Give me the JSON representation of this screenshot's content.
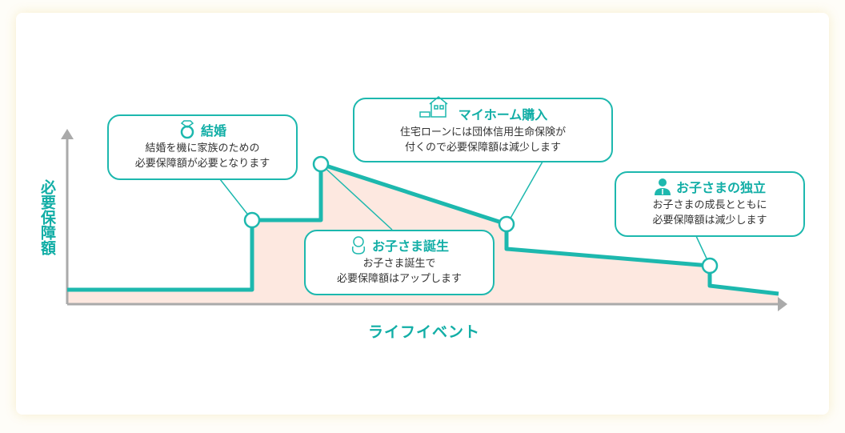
{
  "axes": {
    "y_label": "必要保障額",
    "x_label": "ライフイベント"
  },
  "events": [
    {
      "title": "結婚",
      "lines": [
        "結婚を機に家族のための",
        "必要保障額が必要となります"
      ],
      "icon": "ring-icon"
    },
    {
      "title": "お子さま誕生",
      "lines": [
        "お子さま誕生で",
        "必要保障額はアップします"
      ],
      "icon": "baby-icon"
    },
    {
      "title": "マイホーム購入",
      "lines": [
        "住宅ローンには団体信用生命保険が",
        "付くので必要保障額は減少します"
      ],
      "icon": "house-icon"
    },
    {
      "title": "お子さまの独立",
      "lines": [
        "お子さまの成長とともに",
        "必要保障額は減少します"
      ],
      "icon": "person-icon"
    }
  ],
  "colors": {
    "accent": "#1db8ae",
    "fill": "#fde8e0",
    "axis": "#aaaaaa"
  }
}
